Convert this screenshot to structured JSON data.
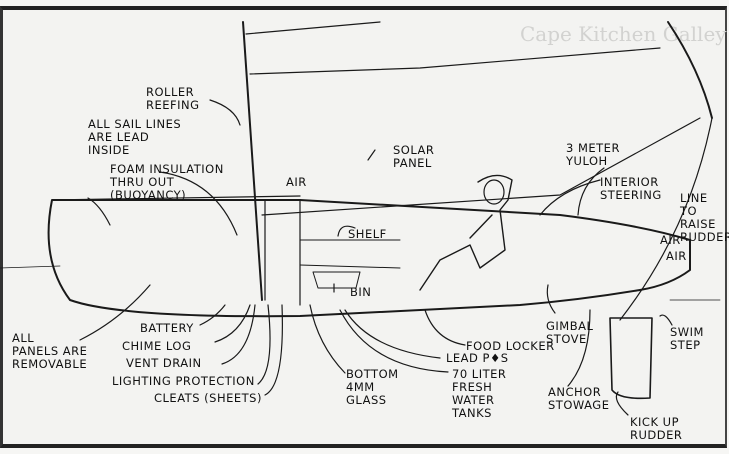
{
  "background_text": {
    "heading": "Cape Kitchen Galley"
  },
  "labels": {
    "roller_reefing": "ROLLER\nREEFING",
    "sail_lines": "ALL SAIL LINES\nARE LEAD\nINSIDE",
    "foam": "FOAM INSULATION\nTHRU OUT\n(BUOYANCY)",
    "solar_panel": "SOLAR\nPANEL",
    "air_mast": "AIR",
    "yuloh": "3 METER\nYULOH",
    "interior_steering": "INTERIOR\nSTEERING",
    "line_rudder": "LINE\nTO\nRAISE\nRUDDER",
    "air_1": "AIR",
    "air_2": "AIR",
    "shelf": "SHELF",
    "bin": "BIN",
    "all_panels": "ALL\nPANELS ARE\nREMOVABLE",
    "battery": "BATTERY",
    "chime_log": "CHIME LOG",
    "vent_drain": "VENT DRAIN",
    "lighting": "LIGHTING PROTECTION",
    "cleats": "CLEATS (SHEETS)",
    "bottom": "BOTTOM\n4MM\nGLASS",
    "lead": "LEAD P♦S",
    "water": "70 LITER\nFRESH\nWATER\nTANKS",
    "food_locker": "FOOD LOCKER",
    "gimbal_stove": "GIMBAL\nSTOVE",
    "anchor": "ANCHOR\nSTOWAGE",
    "swim_step": "SWIM\nSTEP",
    "kick_up": "KICK UP\nRUDDER"
  }
}
